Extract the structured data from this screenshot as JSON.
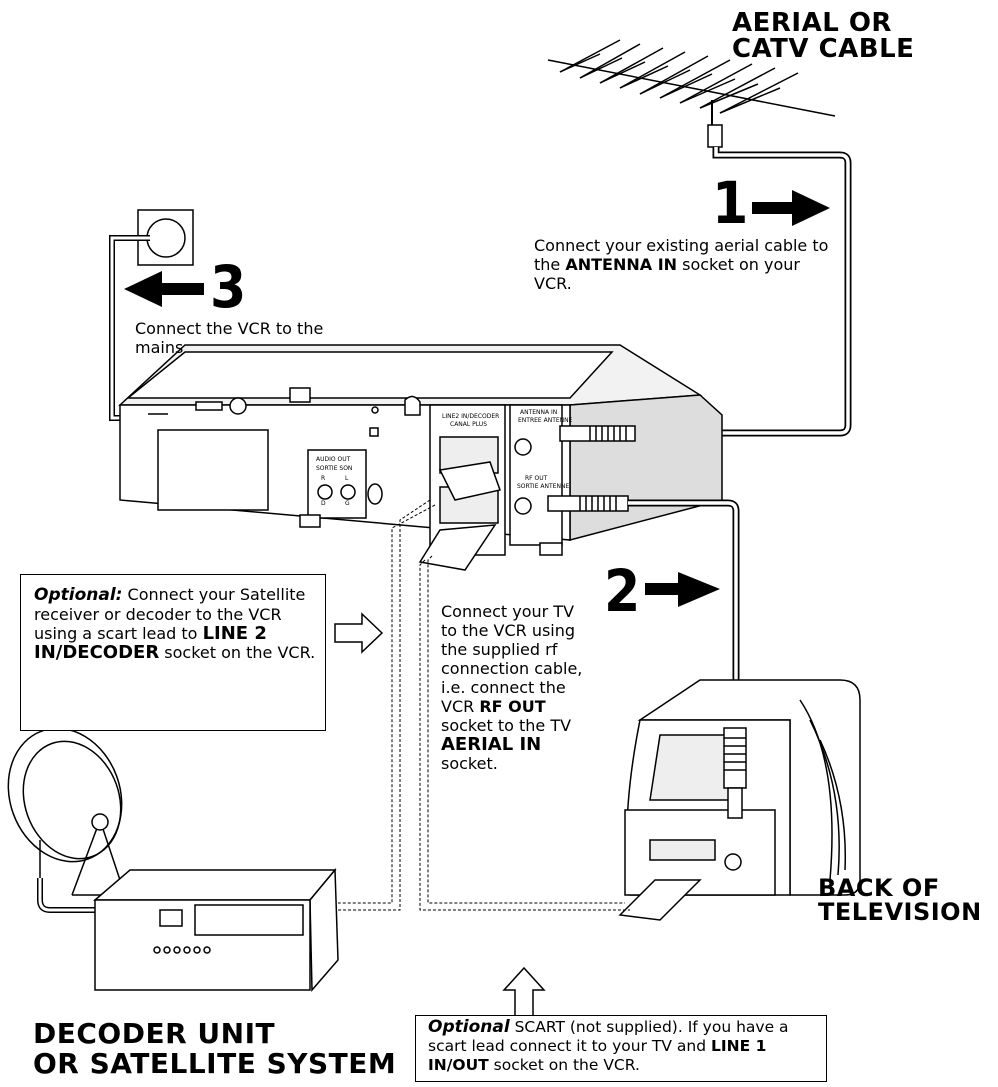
{
  "labels": {
    "aerial": "AERIAL OR\nCATV CABLE",
    "back_tv": "BACK OF\nTELEVISION",
    "decoder_unit": "DECODER UNIT\nOR SATELLITE SYSTEM"
  },
  "steps": [
    {
      "number": "1",
      "pre": "Connect your existing aerial cable to the ",
      "bold": "ANTENNA IN",
      "post": " socket on your VCR."
    },
    {
      "number": "2",
      "pre": "Connect your TV to the VCR using the supplied rf connection cable, i.e. connect the VCR ",
      "bold1": "RF OUT",
      "mid": " socket to the TV ",
      "bold2": "AERIAL IN",
      "post": " socket."
    },
    {
      "number": "3",
      "text": "Connect the VCR to the mains"
    }
  ],
  "optional_satellite": {
    "lead": "Optional:",
    "pre": " Connect your Satellite receiver or decoder to the VCR using a scart lead to ",
    "bold": "LINE 2 IN/DECODER",
    "post": " socket on the VCR."
  },
  "optional_scart": {
    "lead": "Optional",
    "pre": " SCART (not supplied). If you have a scart lead connect it to your TV and ",
    "bold": "LINE 1 IN/OUT",
    "post": " socket on the VCR."
  },
  "vcr_panel": {
    "line2": "LINE2 IN/DECODER",
    "canal": "CANAL PLUS",
    "antenna_in": "ANTENNA IN",
    "entree": "ENTREE ANTENNE",
    "rf_out": "RF OUT",
    "sortie": "SORTIE ANTENNE",
    "audio_out": "AUDIO OUT",
    "sortie_son": "SORTIE SON",
    "r": "R",
    "l": "L",
    "d": "D",
    "g": "G"
  }
}
